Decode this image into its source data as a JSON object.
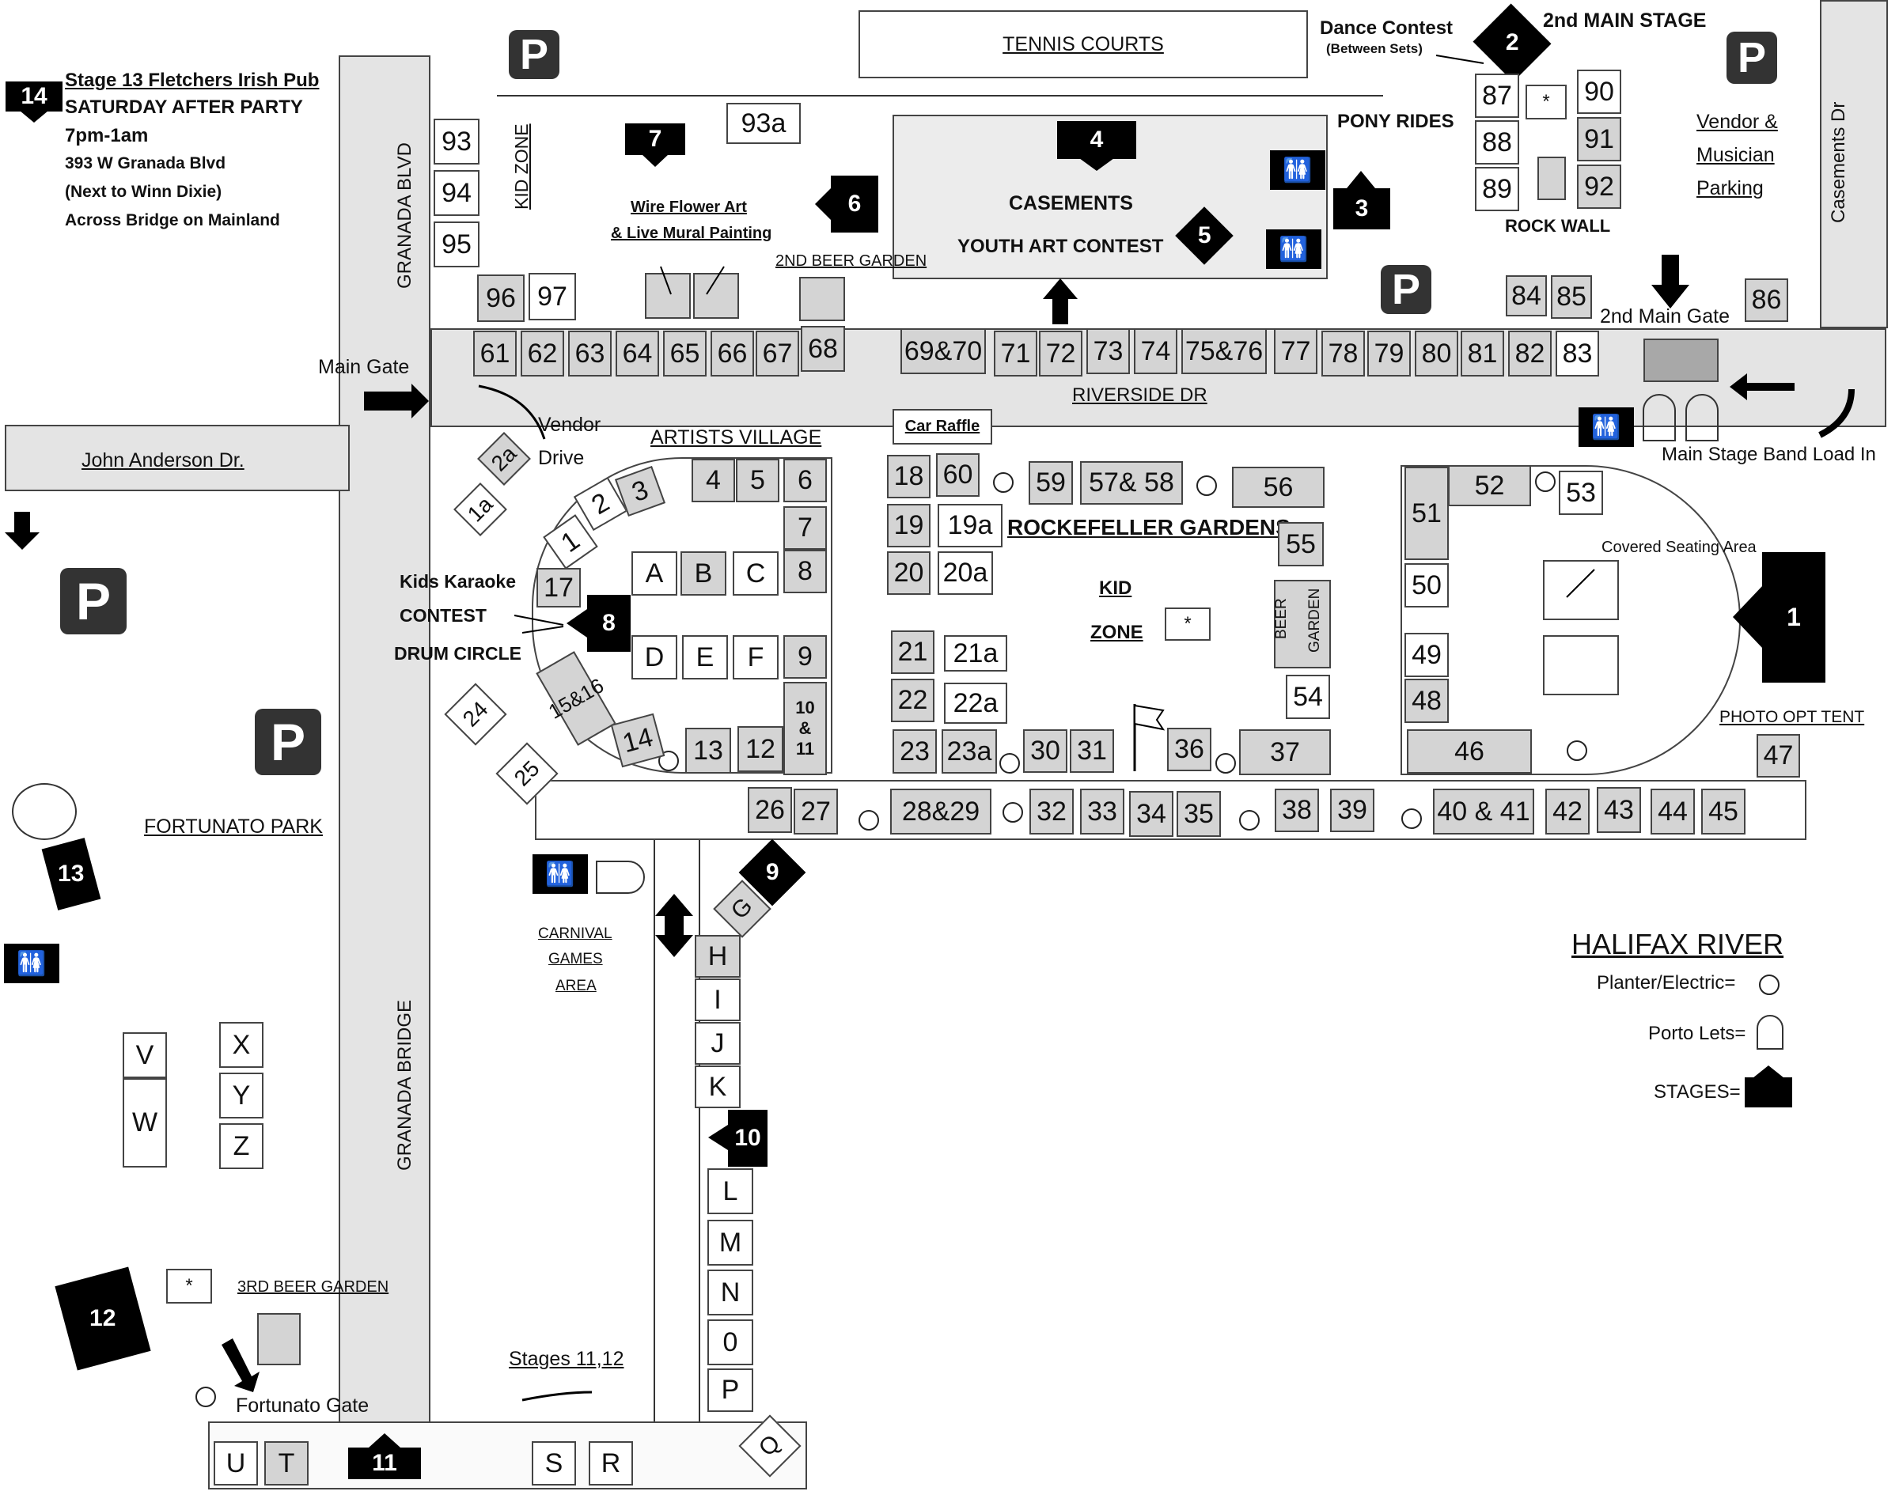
{
  "title": "",
  "colors": {
    "road": "#e4e4e4",
    "booth_gray": "#d4d4d4",
    "stage": "#000000",
    "parking": "#333333"
  },
  "icons": {
    "parking": "P",
    "restroom": "🚻",
    "stage": "stage-icon",
    "planter": "planter-circle-icon",
    "porto_let": "porto-let-icon"
  },
  "streets": {
    "granada_blvd": "GRANADA BLVD",
    "granada_bridge": "GRANADA BRIDGE",
    "riverside_dr": "RIVERSIDE DR",
    "john_anderson": "John Anderson Dr.",
    "casements_dr": "Casements Dr"
  },
  "areas": {
    "tennis_courts": "TENNIS COURTS",
    "casements": "CASEMENTS",
    "youth_art": "YOUTH ART  CONTEST",
    "pony_rides": "PONY RIDES",
    "kid_zone_vertical": "KID ZONE",
    "wire_flower": "Wire  Flower Art",
    "live_mural": "& Live Mural Painting",
    "beer_garden_2": "2ND BEER GARDEN",
    "rock_wall": "ROCK  WALL",
    "vendor_parking_1": "Vendor &",
    "vendor_parking_2": " Musician",
    "vendor_parking_3": "Parking",
    "dance_contest": "Dance Contest",
    "between_sets": "(Between Sets)",
    "second_main_stage": "2nd MAIN STAGE",
    "second_main_gate": "2nd Main Gate",
    "main_gate": "Main Gate",
    "vendor_drive_1": "Vendor",
    "vendor_drive_2": "Drive",
    "artists_village": "ARTISTS VILLAGE",
    "car_raffle": "Car Raffle",
    "rockefeller": "ROCKEFELLER GARDENS",
    "kid_zone_1": "KID",
    "kid_zone_2": "ZONE",
    "beer_garden_v1": "BEER",
    "beer_garden_v2": "GARDEN",
    "covered_seating": "Covered Seating Area",
    "photo_tent": "PHOTO OPT TENT",
    "band_load_in": "Main Stage Band Load In",
    "kids_karaoke": "Kids Karaoke",
    "contest": "CONTEST",
    "drum_circle": "DRUM CIRCLE",
    "fortunato_park": "FORTUNATO PARK",
    "carnival_1": "CARNIVAL",
    "carnival_2": "GAMES",
    "carnival_3": "AREA",
    "halifax_river": "HALIFAX RIVER",
    "beer_garden_3": "3RD BEER GARDEN",
    "fortunato_gate": "Fortunato Gate",
    "stages_11_12": "Stages 11,12"
  },
  "stage14": {
    "number": "14",
    "line1": "Stage 13 Fletchers Irish Pub",
    "line2": "SATURDAY AFTER PARTY",
    "line3": "7pm-1am",
    "line4": "393 W Granada Blvd",
    "line5": "(Next to Winn Dixie)",
    "line6": "Across Bridge on Mainland"
  },
  "legend": {
    "planter": "Planter/Electric=",
    "porto": "Porto Lets=",
    "stages": "STAGES="
  },
  "stages": [
    {
      "id": "1",
      "label": "1"
    },
    {
      "id": "2",
      "label": "2"
    },
    {
      "id": "3",
      "label": "3"
    },
    {
      "id": "4",
      "label": "4"
    },
    {
      "id": "5",
      "label": "5"
    },
    {
      "id": "6",
      "label": "6"
    },
    {
      "id": "7",
      "label": "7"
    },
    {
      "id": "8",
      "label": "8"
    },
    {
      "id": "9",
      "label": "9"
    },
    {
      "id": "10",
      "label": "10"
    },
    {
      "id": "11",
      "label": "11"
    },
    {
      "id": "12",
      "label": "12"
    },
    {
      "id": "13",
      "label": "13"
    }
  ],
  "booths": {
    "b93": "93",
    "b94": "94",
    "b95": "95",
    "b96": "96",
    "b97": "97",
    "b93a": "93a",
    "b68": "68",
    "b61": "61",
    "b62": "62",
    "b63": "63",
    "b64": "64",
    "b65": "65",
    "b66": "66",
    "b67": "67",
    "b6970": "69&70",
    "b71": "71",
    "b72": "72",
    "b73": "73",
    "b74": "74",
    "b7576": "75&76",
    "b77": "77",
    "b78": "78",
    "b79": "79",
    "b80": "80",
    "b81": "81",
    "b82": "82",
    "b83": "83",
    "b84": "84",
    "b85": "85",
    "b86": "86",
    "b87": "87",
    "b88": "88",
    "b89": "89",
    "b90": "90",
    "b91": "91",
    "b92": "92",
    "bstar1": "*",
    "b1a": "1a",
    "b2a": "2a",
    "b1": "1",
    "b2": "2",
    "b3": "3",
    "b4": "4",
    "b5": "5",
    "b6": "6",
    "b7": "7",
    "b8": "8",
    "b9": "9",
    "b1011a": "10",
    "b1011b": "&",
    "b1011c": "11",
    "bA": "A",
    "bB": "B",
    "bC": "C",
    "bD": "D",
    "bE": "E",
    "bF": "F",
    "b17": "17",
    "b1516": "15&16",
    "b14": "14",
    "b13": "13",
    "b12": "12",
    "b24": "24",
    "b25": "25",
    "b18": "18",
    "b60": "60",
    "b19": "19",
    "b19a": "19a",
    "b20": "20",
    "b20a": "20a",
    "b21": "21",
    "b21a": "21a",
    "b22": "22",
    "b22a": "22a",
    "b23": "23",
    "b23a": "23a",
    "b59": "59",
    "b5758": "57& 58",
    "b56": "56",
    "b55": "55",
    "b54": "54",
    "bstar2": "*",
    "b30": "30",
    "b31": "31",
    "b36": "36",
    "b37": "37",
    "b51": "51",
    "b52": "52",
    "b53": "53",
    "b50": "50",
    "b49": "49",
    "b48": "48",
    "b46": "46",
    "b47": "47",
    "b26": "26",
    "b27": "27",
    "b2829": "28&29",
    "b32": "32",
    "b33": "33",
    "b34": "34",
    "b35": "35",
    "b38": "38",
    "b39": "39",
    "b4041": "40 & 41",
    "b42": "42",
    "b43": "43",
    "b44": "44",
    "b45": "45",
    "bG": "G",
    "bH": "H",
    "bI": "I",
    "bJ": "J",
    "bK": "K",
    "bL": "L",
    "bM": "M",
    "bN": "N",
    "b0": "0",
    "bP": "P",
    "bQ": "Q",
    "bS": "S",
    "bR": "R",
    "bU": "U",
    "bT": "T",
    "bV": "V",
    "bW": "W",
    "bX": "X",
    "bY": "Y",
    "bZ": "Z",
    "bstar3": "*"
  }
}
